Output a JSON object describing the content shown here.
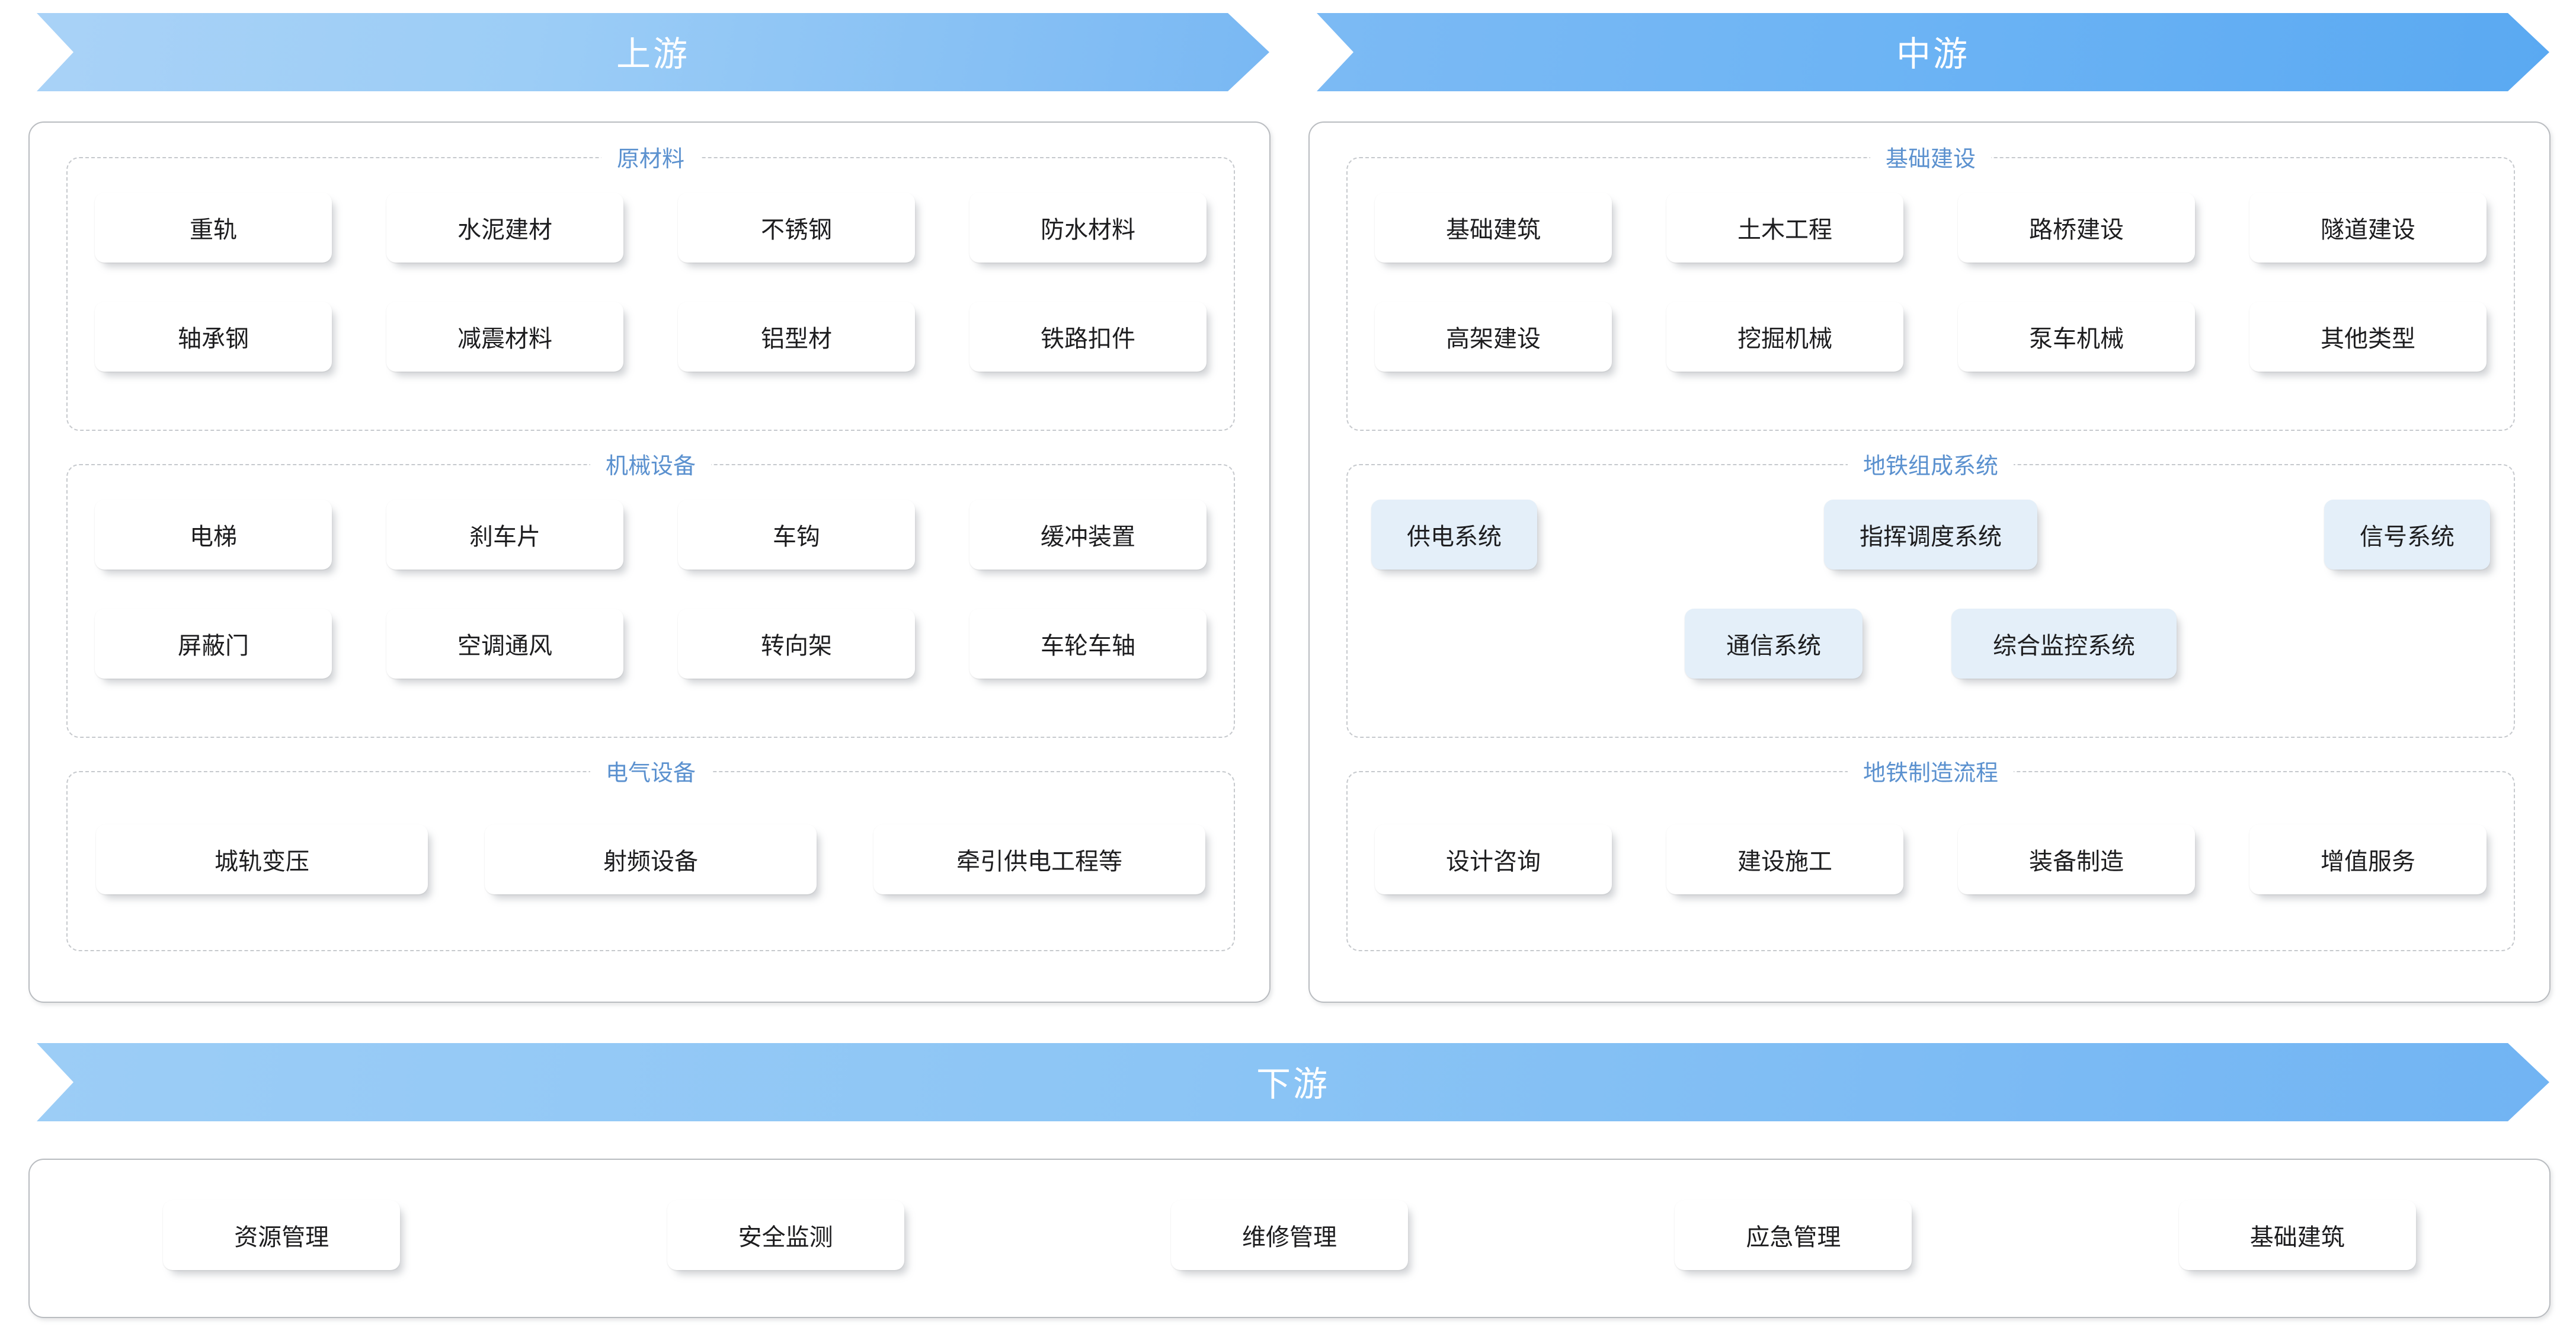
{
  "banners": {
    "upstream": "上游",
    "midstream": "中游",
    "downstream": "下游"
  },
  "colors": {
    "banner_blue_light": "#9ccdf6",
    "banner_blue": "#71b4f3",
    "group_title_blue": "#5b91cf",
    "card_white": "#ffffff",
    "card_blue": "#e4eff9",
    "panel_border": "#b9bcc0",
    "group_border": "#c6c9cd"
  },
  "upstream": {
    "groups": [
      {
        "title": "原材料",
        "row1": [
          "重轨",
          "水泥建材",
          "不锈钢",
          "防水材料"
        ],
        "row2": [
          "轴承钢",
          "减震材料",
          "铝型材",
          "铁路扣件"
        ]
      },
      {
        "title": "机械设备",
        "row1": [
          "电梯",
          "刹车片",
          "车钩",
          "缓冲装置"
        ],
        "row2": [
          "屏蔽门",
          "空调通风",
          "转向架",
          "车轮车轴"
        ]
      },
      {
        "title": "电气设备",
        "row1": [
          "城轨变压",
          "射频设备",
          "牵引供电工程等"
        ]
      }
    ]
  },
  "midstream": {
    "groups": [
      {
        "title": "基础建设",
        "row1": [
          "基础建筑",
          "土木工程",
          "路桥建设",
          "隧道建设"
        ],
        "row2": [
          "高架建设",
          "挖掘机械",
          "泵车机械",
          "其他类型"
        ]
      },
      {
        "title": "地铁组成系统",
        "row1": [
          "供电系统",
          "指挥调度系统",
          "信号系统"
        ],
        "row2": [
          "通信系统",
          "综合监控系统"
        ]
      },
      {
        "title": "地铁制造流程",
        "row1": [
          "设计咨询",
          "建设施工",
          "装备制造",
          "增值服务"
        ]
      }
    ]
  },
  "downstream": {
    "items": [
      "资源管理",
      "安全监测",
      "维修管理",
      "应急管理",
      "基础建筑"
    ]
  }
}
